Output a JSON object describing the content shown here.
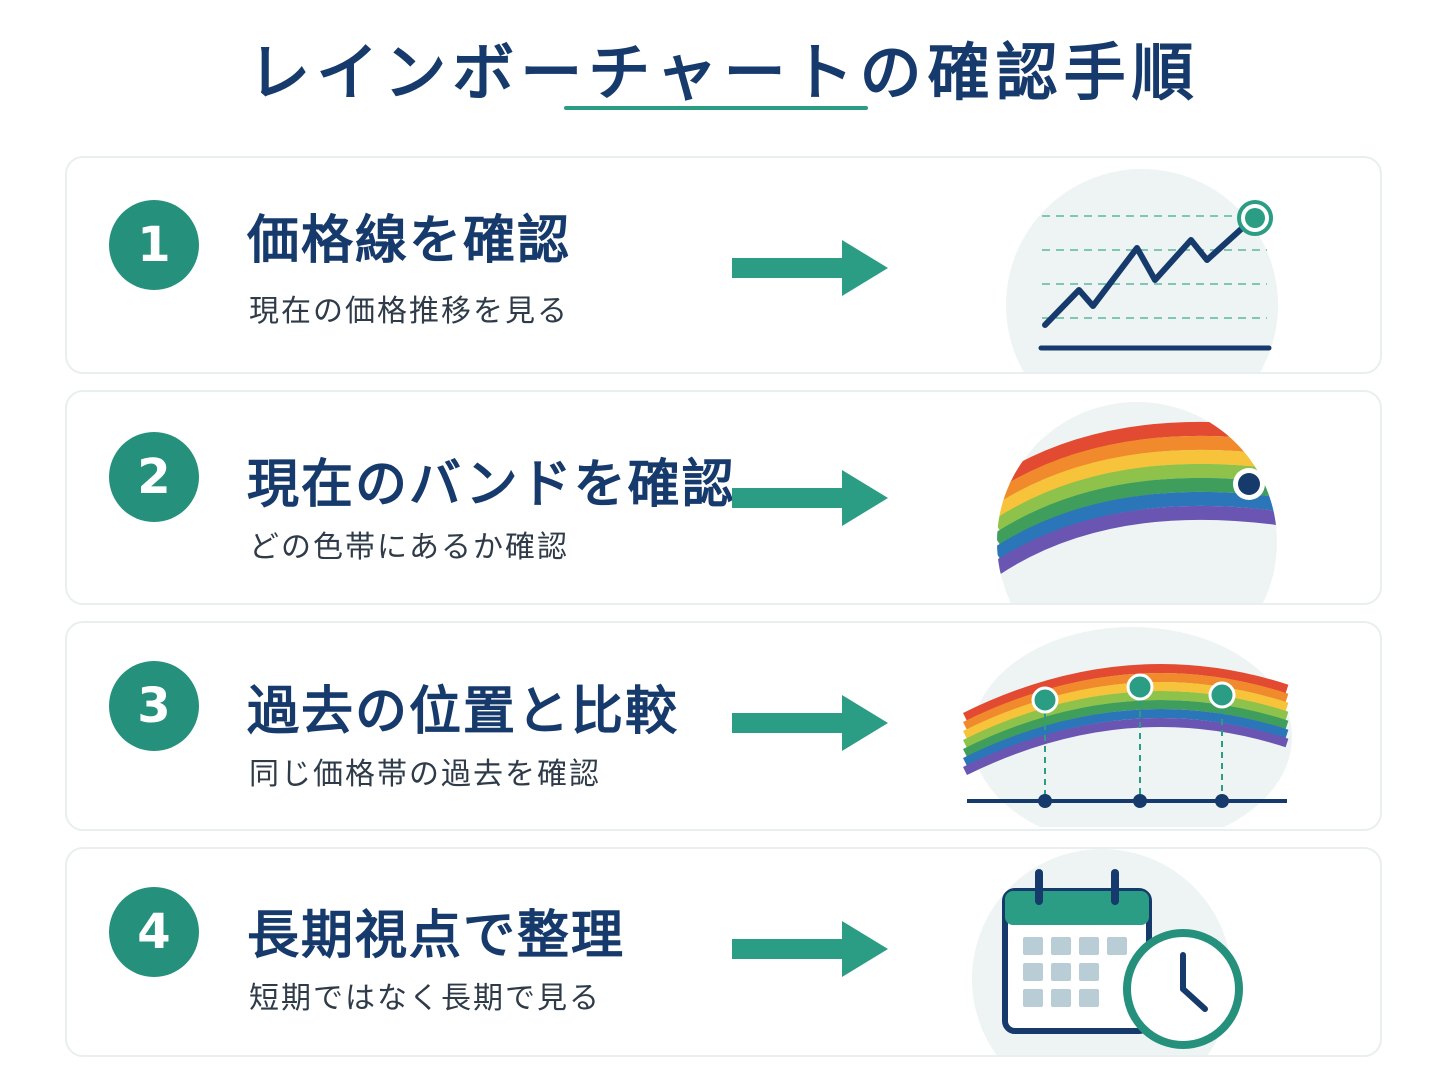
{
  "title": "レインボーチャートの確認手順",
  "steps": [
    {
      "number": "1",
      "heading": "価格線を確認",
      "description": "現在の価格推移を見る"
    },
    {
      "number": "2",
      "heading": "現在のバンドを確認",
      "description": "どの色帯にあるか確認"
    },
    {
      "number": "3",
      "heading": "過去の位置と比較",
      "description": "同じ価格帯の過去を確認"
    },
    {
      "number": "4",
      "heading": "長期視点で整理",
      "description": "短期ではなく長期で見る"
    }
  ],
  "colors": {
    "navy": "#163a6b",
    "teal": "#25917c",
    "arrow": "#2a9d84",
    "rainbow": [
      "#e24a32",
      "#f08a2c",
      "#f6c33b",
      "#8ec24a",
      "#3f9e5c",
      "#2a76b8",
      "#6a55b3"
    ]
  },
  "icons": [
    "line-chart-icon",
    "rainbow-band-icon",
    "rainbow-timeline-icon",
    "calendar-clock-icon"
  ]
}
